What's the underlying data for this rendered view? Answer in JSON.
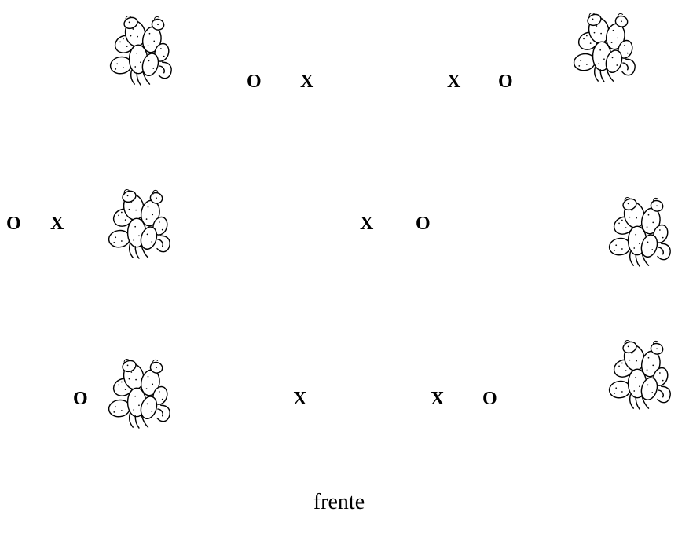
{
  "diagram": {
    "footer_label": "frente",
    "symbols": {
      "o": "O",
      "x": "X"
    },
    "plant_icon": "cactus-icon"
  }
}
